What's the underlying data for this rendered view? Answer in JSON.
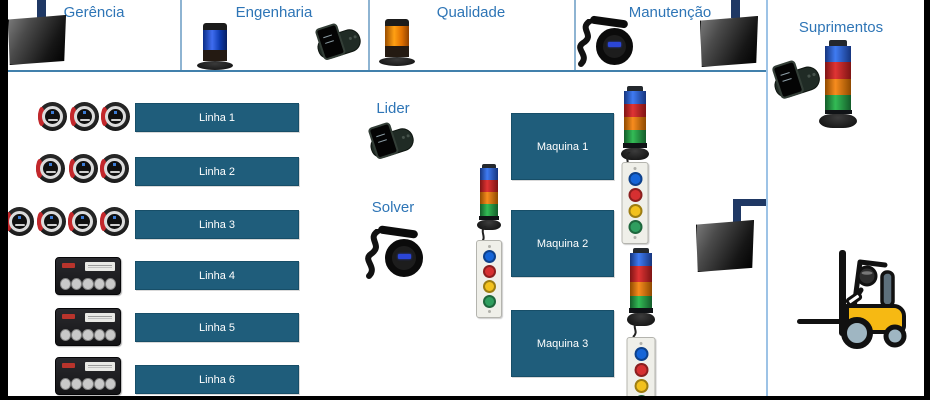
{
  "colors": {
    "accent_text": "#2E75B6",
    "box_fill": "#1F5D7B",
    "header_border": "#8EB4D2",
    "divider": "#9DC3E6",
    "mount_navy": "#1F3864",
    "tower_blue": "#1565D8",
    "tower_red": "#D63031",
    "tower_orange": "#F78C1E",
    "tower_green": "#2F9E5F",
    "panel_yellow": "#F2C11D",
    "forklift_yellow": "#F6B913"
  },
  "header": {
    "cells": [
      {
        "label": "Gerência",
        "icons": [
          "tv-monitor"
        ]
      },
      {
        "label": "Engenharia",
        "icons": [
          "blue-beacon",
          "smartwatch"
        ]
      },
      {
        "label": "Qualidade",
        "icons": [
          "orange-beacon"
        ]
      },
      {
        "label": "Manutenção",
        "icons": [
          "pager-device",
          "tv-monitor"
        ]
      }
    ]
  },
  "supplies": {
    "label": "Suprimentos",
    "icons": [
      "smartwatch",
      "stack-light-tower"
    ]
  },
  "roles": [
    {
      "label": "Lider",
      "icon": "smartwatch"
    },
    {
      "label": "Solver",
      "icon": "pager-device"
    }
  ],
  "lines": [
    {
      "label": "Linha 1",
      "device": "call-button",
      "device_count": 3
    },
    {
      "label": "Linha 2",
      "device": "call-button",
      "device_count": 3
    },
    {
      "label": "Linha 3",
      "device": "call-button",
      "device_count": 4
    },
    {
      "label": "Linha 4",
      "device": "button-keypad",
      "device_count": 1
    },
    {
      "label": "Linha 5",
      "device": "button-keypad",
      "device_count": 1
    },
    {
      "label": "Linha 6",
      "device": "button-keypad",
      "device_count": 1
    }
  ],
  "machines": [
    {
      "label": "Maquina 1",
      "devices": [
        "andon-tower",
        "button-panel"
      ]
    },
    {
      "label": "Maquina 2",
      "devices": [
        "andon-tower",
        "button-panel"
      ]
    },
    {
      "label": "Maquina 3",
      "devices": [
        "andon-tower",
        "button-panel"
      ]
    }
  ],
  "right_area": {
    "icons": [
      "tv-monitor",
      "forklift"
    ]
  }
}
